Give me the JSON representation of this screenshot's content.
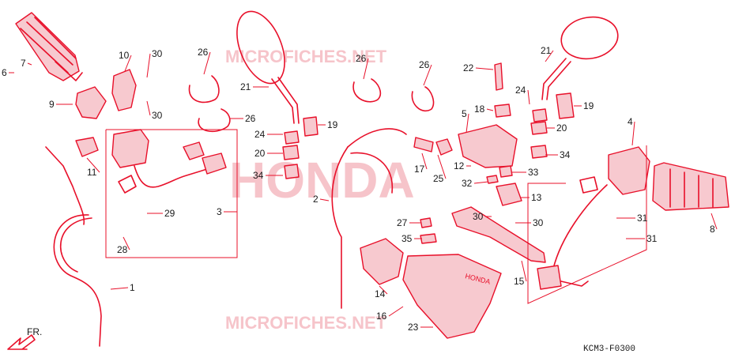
{
  "diagram": {
    "code": "KCM3-F0300",
    "watermark_top": "MICROFICHES.NET",
    "watermark_center": "HONDA",
    "watermark_bottom": "MICROFICHES.NET",
    "fr_label": "FR.",
    "guard_brand": "HONDA",
    "labels": [
      "1",
      "2",
      "3",
      "4",
      "5",
      "6",
      "7",
      "8",
      "9",
      "10",
      "11",
      "12",
      "13",
      "14",
      "15",
      "16",
      "17",
      "18",
      "19",
      "19",
      "20",
      "20",
      "21",
      "21",
      "22",
      "23",
      "24",
      "24",
      "25",
      "26",
      "26",
      "26",
      "26",
      "27",
      "28",
      "29",
      "30",
      "30",
      "30",
      "30",
      "31",
      "31",
      "32",
      "33",
      "34",
      "34",
      "35"
    ]
  },
  "colors": {
    "line": "#e8102a",
    "fill": "#f7c9cf",
    "text": "#1a1a1a",
    "watermark": "#f6c4ca"
  }
}
